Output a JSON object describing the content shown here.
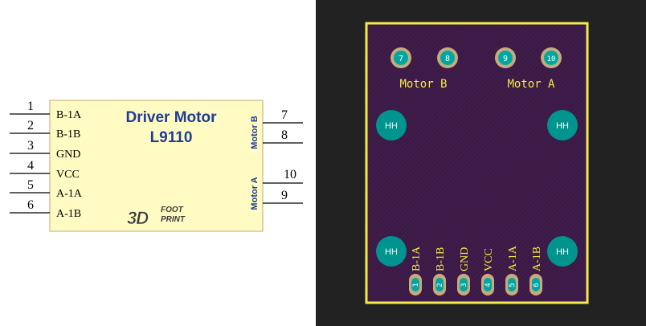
{
  "schematic": {
    "title_line1": "Driver Motor",
    "title_line2": "L9110",
    "colors": {
      "body_fill": "#fffbc3",
      "body_stroke": "#c8a46e",
      "title_color": "#1f3c96",
      "pin_color": "#000000"
    },
    "left_pins": [
      {
        "num": "1",
        "label": "B-1A"
      },
      {
        "num": "2",
        "label": "B-1B"
      },
      {
        "num": "3",
        "label": "GND"
      },
      {
        "num": "4",
        "label": "VCC"
      },
      {
        "num": "5",
        "label": "A-1A"
      },
      {
        "num": "6",
        "label": "A-1B"
      }
    ],
    "right_pins": [
      {
        "num": "7"
      },
      {
        "num": "8"
      },
      {
        "num": "10"
      },
      {
        "num": "9"
      }
    ],
    "group_labels": {
      "motor_b": "Motor B",
      "motor_a": "Motor A"
    },
    "logo": {
      "big": "3D",
      "small_top": "FOOT",
      "small_bottom": "PRINT"
    }
  },
  "pcb": {
    "colors": {
      "board": "#3b1a45",
      "outline": "#f5e94c",
      "pad_ring": "#c9a97e",
      "pad_inner": "#00a7a0",
      "hole_fill": "#00948f",
      "silk": "#f5e94c"
    },
    "top_pads": [
      "7",
      "8",
      "9",
      "10"
    ],
    "labels": {
      "motor_b": "Motor B",
      "motor_a": "Motor A"
    },
    "mount_hole_label": "HH",
    "bottom_labels": [
      "B-1A",
      "B-1B",
      "GND",
      "VCC",
      "A-1A",
      "A-1B"
    ],
    "bottom_pads": [
      "1",
      "2",
      "3",
      "4",
      "5",
      "6"
    ]
  }
}
